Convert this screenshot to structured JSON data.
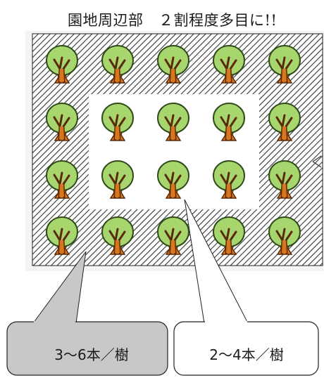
{
  "title": "園地周辺部　２割程度多目に!!",
  "callouts": {
    "perimeter": "3～6本／樹",
    "interior": "2～4本／樹"
  },
  "colors": {
    "hatch_line": "#333333",
    "paper_bg": "#f4f4f4",
    "canopy": "#a8d66e",
    "canopy_outline": "#2f4a1a",
    "trunk": "#d8761c",
    "trunk_outline": "#5a2a08",
    "callout_gray": "#c8c8c8"
  },
  "diagram": {
    "grid_rows": 4,
    "grid_cols": 5,
    "tree_icon": "tree-icon"
  }
}
